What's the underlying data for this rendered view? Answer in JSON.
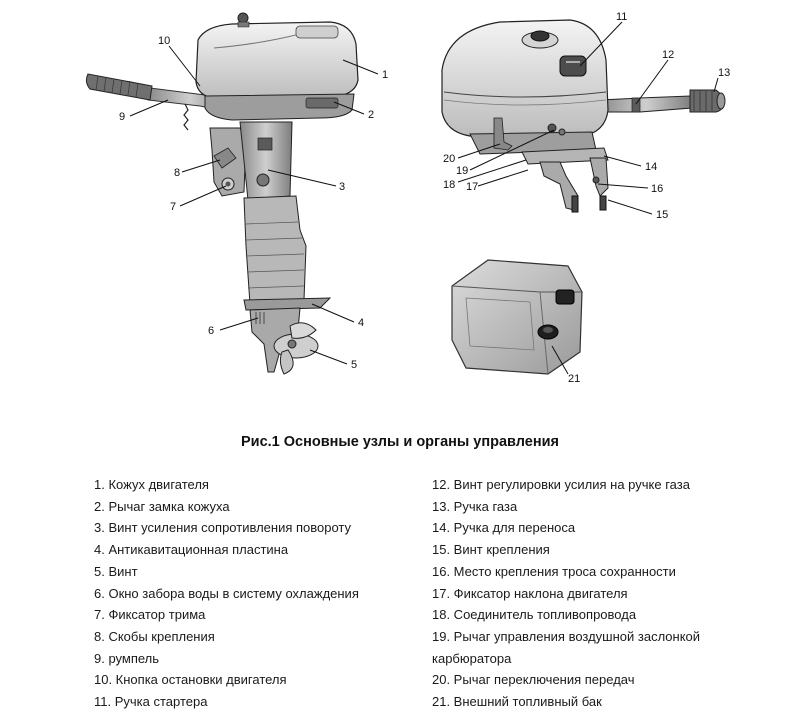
{
  "figure": {
    "caption": "Рис.1 Основные узлы и органы управления",
    "callouts": [
      "1",
      "2",
      "3",
      "4",
      "5",
      "6",
      "7",
      "8",
      "9",
      "10",
      "11",
      "12",
      "13",
      "14",
      "15",
      "16",
      "17",
      "18",
      "19",
      "20",
      "21"
    ]
  },
  "legend": {
    "left": [
      "1. Кожух двигателя",
      "2. Рычаг замка кожуха",
      "3. Винт усиления сопротивления повороту",
      "4. Антикавитационная пластина",
      "5. Винт",
      "6. Окно забора воды в систему охлаждения",
      "7. Фиксатор трима",
      "8. Скобы крепления",
      "9. румпель",
      "10. Кнопка остановки двигателя",
      "11. Ручка стартера"
    ],
    "right": [
      "12. Винт регулировки усилия на ручке газа",
      "13. Ручка газа",
      "14. Ручка для переноса",
      "15. Винт крепления",
      "16. Место крепления троса сохранности",
      "17. Фиксатор наклона двигателя",
      "18. Соединитель топливопровода",
      "19. Рычаг управления воздушной заслонкой карбюратора",
      "20. Рычаг переключения передач",
      "21. Внешний топливный бак"
    ]
  }
}
